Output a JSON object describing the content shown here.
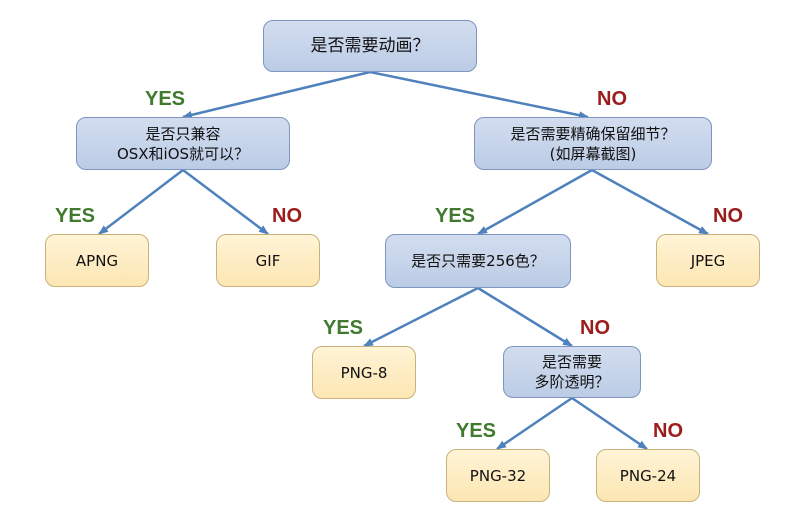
{
  "colors": {
    "yes": "#3f7a2e",
    "no": "#9b1c1c",
    "arrow": "#4f81bd"
  },
  "nodes": {
    "root": {
      "text": "是否需要动画？"
    },
    "compat": {
      "line1": "是否只兼容",
      "line2": "OSX和iOS就可以？"
    },
    "detail": {
      "line1": "是否需要精确保留细节？",
      "line2": "(如屏幕截图)"
    },
    "apng": {
      "text": "APNG"
    },
    "gif": {
      "text": "GIF"
    },
    "c256": {
      "text": "是否只需要256色？"
    },
    "jpeg": {
      "text": "JPEG"
    },
    "png8": {
      "text": "PNG-8"
    },
    "alpha": {
      "line1": "是否需要",
      "line2": "多阶透明？"
    },
    "png32": {
      "text": "PNG-32"
    },
    "png24": {
      "text": "PNG-24"
    }
  },
  "labels": {
    "yes": "YES",
    "no": "NO"
  }
}
